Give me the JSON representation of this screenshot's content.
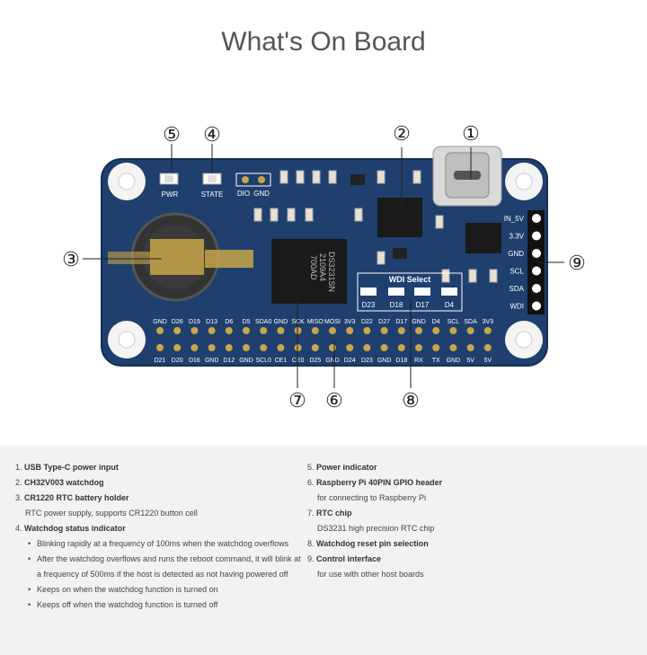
{
  "title": "What's On Board",
  "callouts": [
    "①",
    "②",
    "③",
    "④",
    "⑤",
    "⑥",
    "⑦",
    "⑧",
    "⑨"
  ],
  "board": {
    "pwr_label": "PWR",
    "state_label": "STATE",
    "dio_label": "DIO",
    "gnd_label": "GND",
    "chip_text": [
      "DS3231SN",
      "2109A4",
      "700AD"
    ],
    "wdi_title": "WDI Select",
    "wdi_pins": [
      "D23",
      "D18",
      "D17",
      "D4"
    ],
    "ctrl_pins": [
      "IN_5V",
      "3.3V",
      "GND",
      "SCL",
      "SDA",
      "WDI"
    ],
    "gpio_top": [
      "GND",
      "D26",
      "D19",
      "D13",
      "D6",
      "D5",
      "SDA0",
      "GND",
      "SCK",
      "MISO",
      "MOSI",
      "3V3",
      "D22",
      "D27",
      "D17",
      "GND",
      "D4",
      "SCL",
      "SDA",
      "3V3"
    ],
    "gpio_bottom": [
      "D21",
      "D20",
      "D16",
      "GND",
      "D12",
      "GND",
      "SCL0",
      "CE1",
      "CE0",
      "D25",
      "GND",
      "D24",
      "D23",
      "GND",
      "D18",
      "RX",
      "TX",
      "GND",
      "5V",
      "5V"
    ]
  },
  "list_left": [
    {
      "num": "1.",
      "title": "USB Type-C power input"
    },
    {
      "num": "2.",
      "title": "CH32V003 watchdog"
    },
    {
      "num": "3.",
      "title": "CR1220 RTC battery holder",
      "sub": "RTC power supply, supports CR1220 button cell"
    },
    {
      "num": "4.",
      "title": "Watchdog status indicator"
    }
  ],
  "bullets": [
    "Blinking rapidly at a frequency of 100ms when the watchdog overflows",
    "After the watchdog overflows and runs the reboot command, it will blink at a frequency of 500ms if the host is detected as not having powered off",
    "Keeps on when the watchdog function is turned on",
    "Keeps off when the watchdog function is turned off"
  ],
  "list_right": [
    {
      "num": "5.",
      "title": "Power indicator"
    },
    {
      "num": "6.",
      "title": "Raspberry Pi 40PIN GPIO header",
      "sub": "for connecting to Raspberry Pi"
    },
    {
      "num": "7.",
      "title": "RTC chip",
      "sub": "DS3231 high precision RTC chip"
    },
    {
      "num": "8.",
      "title": "Watchdog reset pin selection"
    },
    {
      "num": "9.",
      "title": "Control interface",
      "sub": "for use with other host boards"
    }
  ],
  "colors": {
    "board": "#1f3f6e",
    "board_edge": "#173055",
    "silk": "#ffffff",
    "gold": "#c8a64a",
    "chip": "#1a1a1a"
  }
}
